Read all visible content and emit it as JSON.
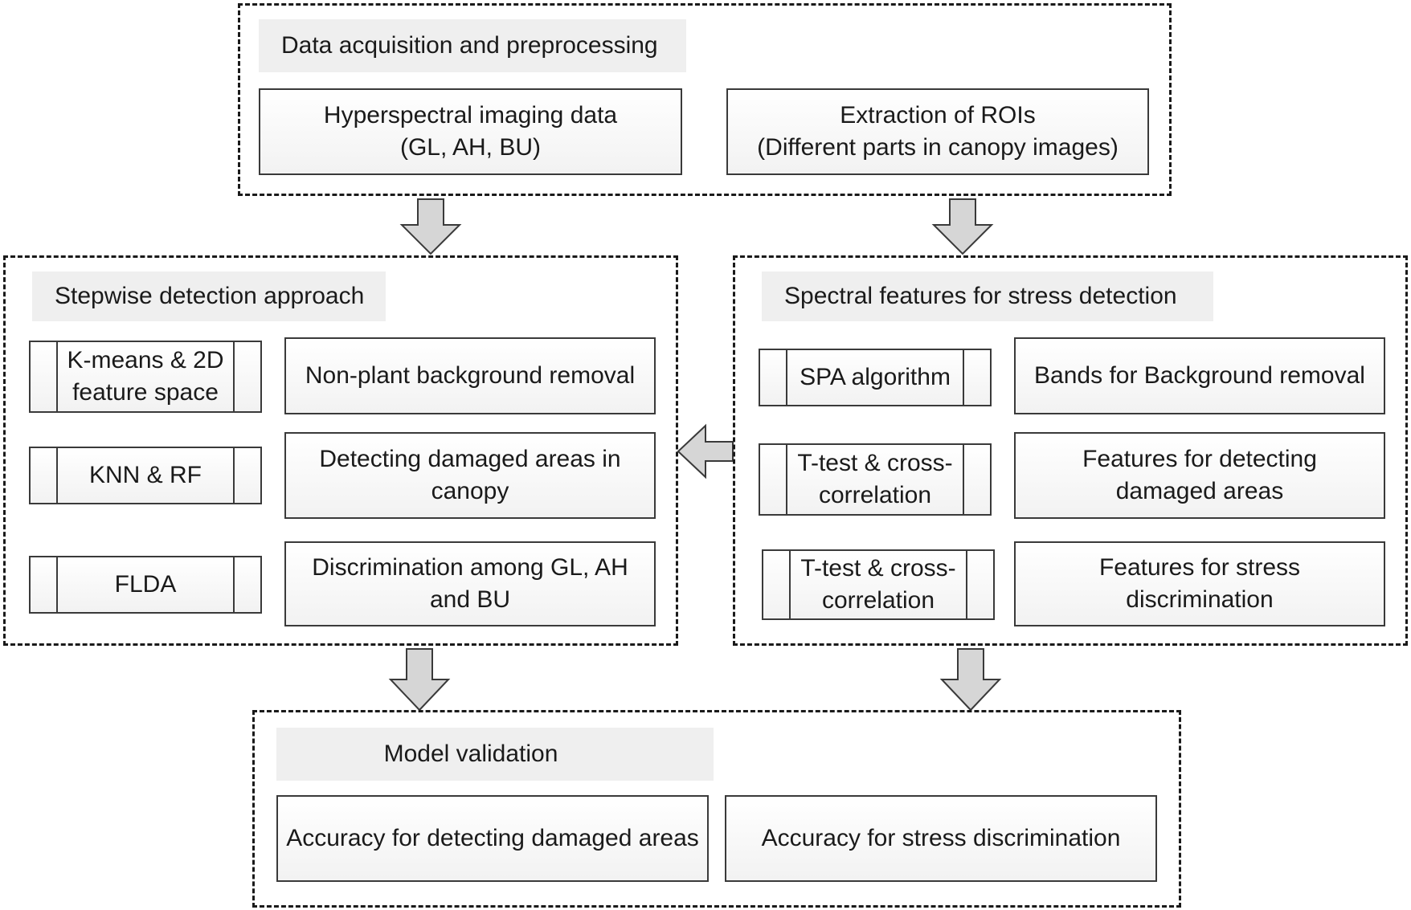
{
  "top": {
    "header": "Data acquisition and preprocessing",
    "box_left": "Hyperspectral imaging data\n(GL, AH, BU)",
    "box_right": "Extraction of ROIs\n(Different parts in canopy images)"
  },
  "left": {
    "header": "Stepwise detection approach",
    "rows": [
      {
        "method": "K-means & 2D\nfeature space",
        "task": "Non-plant background removal"
      },
      {
        "method": "KNN & RF",
        "task": "Detecting  damaged areas in\ncanopy"
      },
      {
        "method": "FLDA",
        "task": "Discrimination among GL, AH\nand BU"
      }
    ]
  },
  "right": {
    "header": "Spectral features for stress detection",
    "rows": [
      {
        "method": "SPA algorithm",
        "task": "Bands for Background removal"
      },
      {
        "method": "T-test & cross-\ncorrelation",
        "task": "Features for detecting\ndamaged areas"
      },
      {
        "method": "T-test & cross-\ncorrelation",
        "task": "Features for stress\ndiscrimination"
      }
    ]
  },
  "bottom": {
    "header": "Model validation",
    "box_left": "Accuracy for detecting damaged areas",
    "box_right": "Accuracy for stress discrimination"
  }
}
